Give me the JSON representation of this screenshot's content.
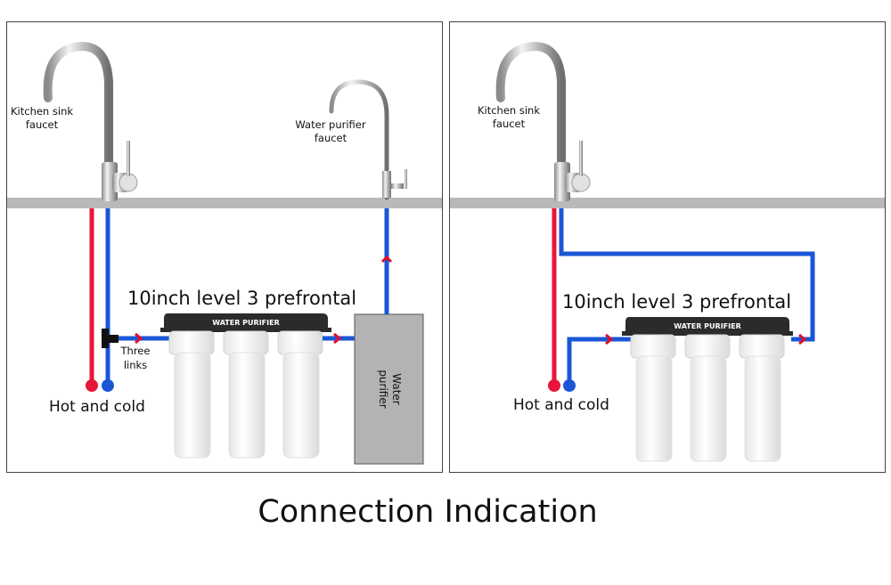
{
  "caption": "Connection Indication",
  "colors": {
    "hot_pipe": "#e8173a",
    "cold_pipe": "#1a56d6",
    "flow_arrow": "#e0102a",
    "countertop": "#b9b9b9",
    "purifier_box": "#b3b3b3",
    "filter_header": "#2b2b2b",
    "panel_border": "#444444"
  },
  "left_panel": {
    "kitchen_faucet_label": [
      "Kitchen sink",
      "faucet"
    ],
    "purifier_faucet_label": [
      "Water purifier",
      "faucet"
    ],
    "prefilter_label": "10inch level 3 prefrontal",
    "filter_header_text": "WATER PURIFIER",
    "tee_label": [
      "Three",
      "links"
    ],
    "hot_cold_label": "Hot and cold",
    "purifier_box_label": [
      "Water",
      "purifier"
    ]
  },
  "right_panel": {
    "kitchen_faucet_label": [
      "Kitchen sink",
      "faucet"
    ],
    "prefilter_label": "10inch level 3 prefrontal",
    "filter_header_text": "WATER PURIFIER",
    "hot_cold_label": "Hot and cold"
  }
}
